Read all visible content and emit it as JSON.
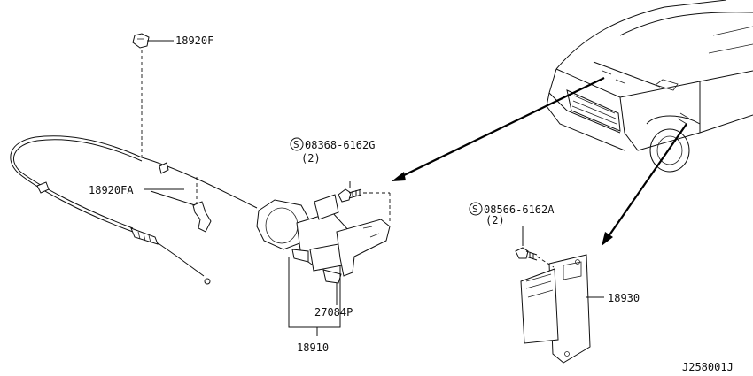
{
  "parts": {
    "clip_top": "18920F",
    "clip_mid": "18920FA",
    "bolt1_number": "08368-6162G",
    "bolt1_qty": "(2)",
    "bolt2_number": "08566-6162A",
    "bolt2_qty": "(2)",
    "bracket": "27084P",
    "actuator": "18910",
    "controller": "18930",
    "symbol": "S"
  },
  "diagram_id": "J258001J"
}
